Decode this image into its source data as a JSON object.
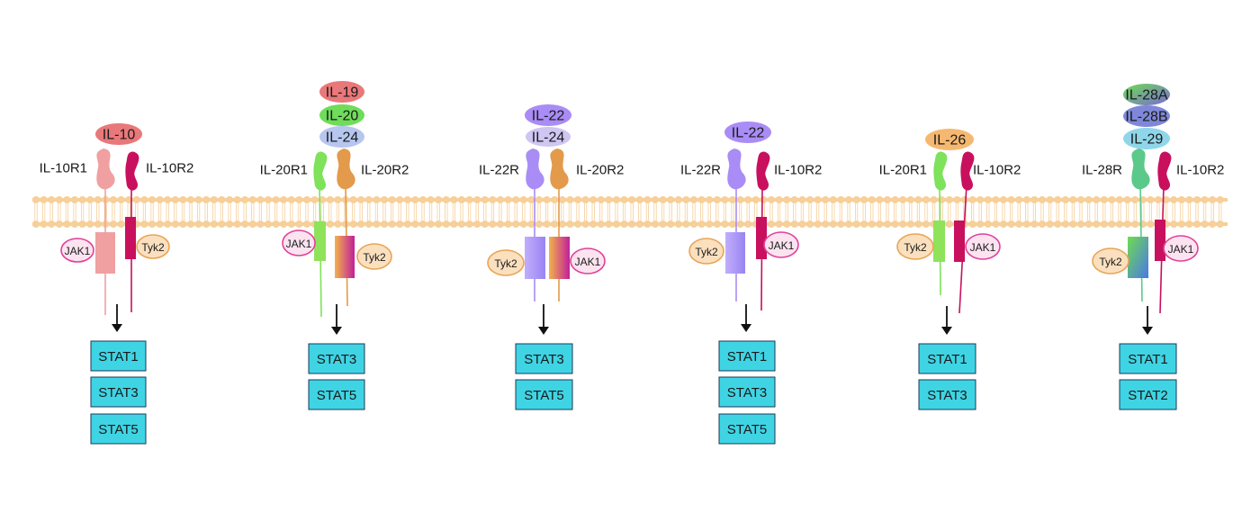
{
  "colors": {
    "membrane": "#f6cf99",
    "stat_box": "#3fd4e4",
    "jak_fill": "#fbe3ef",
    "jak_stroke": "#e0409a",
    "tyk_fill": "#fbe0bf",
    "tyk_stroke": "#e8a455"
  },
  "pathways": [
    {
      "ligands": [
        {
          "text": "IL-10",
          "color": "#e9787a"
        }
      ],
      "left_receptor": {
        "label": "IL-10R1",
        "color": "#f0a0a0"
      },
      "right_receptor": {
        "label": "IL-10R2",
        "color": "#c8105e"
      },
      "left_kinase": "JAK1",
      "right_kinase": "Tyk2",
      "stats": [
        "STAT1",
        "STAT3",
        "STAT5"
      ]
    },
    {
      "ligands": [
        {
          "text": "IL-19",
          "color": "#e9787a"
        },
        {
          "text": "IL-20",
          "color": "#6fdc5a"
        },
        {
          "text": "IL-24",
          "color": "#b6c6ef"
        }
      ],
      "left_receptor": {
        "label": "IL-20R1",
        "color": "#7ee25a"
      },
      "right_receptor": {
        "label": "IL-20R2",
        "color": "#e39a4a"
      },
      "left_kinase": "JAK1",
      "right_kinase": "Tyk2",
      "stats": [
        "STAT3",
        "STAT5"
      ]
    },
    {
      "ligands": [
        {
          "text": "IL-22",
          "color": "#a98cf5"
        },
        {
          "text": "IL-24",
          "color": "#cfc6f2"
        }
      ],
      "left_receptor": {
        "label": "IL-22R",
        "color": "#a98cf5"
      },
      "right_receptor": {
        "label": "IL-20R2",
        "color": "#e39a4a"
      },
      "left_kinase": "Tyk2",
      "right_kinase": "JAK1",
      "stats": [
        "STAT3",
        "STAT5"
      ]
    },
    {
      "ligands": [
        {
          "text": "IL-22",
          "color": "#a98cf5"
        }
      ],
      "left_receptor": {
        "label": "IL-22R",
        "color": "#a98cf5"
      },
      "right_receptor": {
        "label": "IL-10R2",
        "color": "#c8105e"
      },
      "left_kinase": "Tyk2",
      "right_kinase": "JAK1",
      "stats": [
        "STAT1",
        "STAT3",
        "STAT5"
      ]
    },
    {
      "ligands": [
        {
          "text": "IL-26",
          "color": "#f5b870"
        }
      ],
      "left_receptor": {
        "label": "IL-20R1",
        "color": "#7ee25a"
      },
      "right_receptor": {
        "label": "IL-10R2",
        "color": "#c8105e"
      },
      "left_kinase": "Tyk2",
      "right_kinase": "JAK1",
      "stats": [
        "STAT1",
        "STAT3"
      ]
    },
    {
      "ligands": [
        {
          "text": "IL-28A",
          "color": "#6fdc5a"
        },
        {
          "text": "IL-28B",
          "color": "#7f88d8"
        },
        {
          "text": "IL-29",
          "color": "#8fd6ea"
        }
      ],
      "left_receptor": {
        "label": "IL-28R",
        "color": "#5bc98a"
      },
      "right_receptor": {
        "label": "IL-10R2",
        "color": "#c8105e"
      },
      "left_kinase": "Tyk2",
      "right_kinase": "JAK1",
      "stats": [
        "STAT1",
        "STAT2"
      ]
    }
  ]
}
